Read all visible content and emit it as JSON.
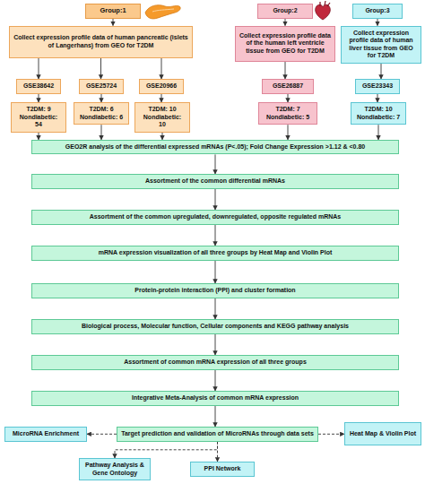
{
  "diagram": {
    "nodes": [
      {
        "text": [
          "Group:1"
        ]
      },
      {
        "text": [
          "Group:2"
        ]
      },
      {
        "text": [
          "Group:3"
        ]
      },
      {
        "text": [
          "Collect expression profile data of human pancreatic (islets of Langerhans) from GEO for T2DM"
        ]
      },
      {
        "text": [
          "Collect expression profile data of the human left ventricle tissue from GEO for T2DM"
        ]
      },
      {
        "text": [
          "Collect expression profile data of human liver tissue from GEO for T2DM"
        ]
      },
      {
        "text": [
          "GSE38642"
        ]
      },
      {
        "text": [
          "GSE25724"
        ]
      },
      {
        "text": [
          "GSE20966"
        ]
      },
      {
        "text": [
          "GSE26887"
        ]
      },
      {
        "text": [
          "GSE23343"
        ]
      },
      {
        "text": [
          "T2DM: 9",
          "Nondiabetic: 54"
        ]
      },
      {
        "text": [
          "T2DM: 6",
          "Nondiabetic: 6"
        ]
      },
      {
        "text": [
          "T2DM: 10",
          "Nondiabetic: 10"
        ]
      },
      {
        "text": [
          "T2DM: 7",
          "Nondiabetic: 5"
        ]
      },
      {
        "text": [
          "T2DM: 10",
          "Nondiabetic: 7"
        ]
      },
      {
        "text": [
          "GEO2R analysis of the differential expressed mRNAs (P<.05); Fold Change Expression >1.12 & <0.80"
        ]
      },
      {
        "text": [
          "Assortment of the common differential mRNAs"
        ]
      },
      {
        "text": [
          "Assortment of the common upregulated, downregulated, opposite regulated mRNAs"
        ]
      },
      {
        "text": [
          "mRNA expression visualization of all three groups by Heat Map and Violin Plot"
        ]
      },
      {
        "text": [
          "Protein-protein interaction (PPI) and cluster formation"
        ]
      },
      {
        "text": [
          "Biological process, Molecular function, Cellular components and KEGG pathway analysis"
        ]
      },
      {
        "text": [
          "Assortment of common mRNA expression of all three groups"
        ]
      },
      {
        "text": [
          "Integrative Meta-Analysis of common mRNA expression"
        ]
      },
      {
        "text": [
          "MicroRNA Enrichment"
        ]
      },
      {
        "text": [
          "Target prediction and validation of MicroRNAs through data sets"
        ]
      },
      {
        "text": [
          "Heat Map & Violin Plot"
        ]
      },
      {
        "text": [
          "Pathway Analysis & Gene Ontology"
        ]
      },
      {
        "text": [
          "PPI Network"
        ]
      }
    ],
    "edges": [
      {
        "from": 0,
        "to": 3,
        "arrow": "to"
      },
      {
        "from": 1,
        "to": 4,
        "arrow": "to"
      },
      {
        "from": 2,
        "to": 5,
        "arrow": "to"
      },
      {
        "from": 3,
        "to": 6,
        "arrow": "to"
      },
      {
        "from": 3,
        "to": 7,
        "arrow": "to"
      },
      {
        "from": 3,
        "to": 8,
        "arrow": "to"
      },
      {
        "from": 4,
        "to": 9,
        "arrow": "to"
      },
      {
        "from": 5,
        "to": 10,
        "arrow": "to"
      },
      {
        "from": 6,
        "to": 11,
        "arrow": "to"
      },
      {
        "from": 7,
        "to": 12,
        "arrow": "to"
      },
      {
        "from": 8,
        "to": 13,
        "arrow": "to"
      },
      {
        "from": 9,
        "to": 14,
        "arrow": "to"
      },
      {
        "from": 10,
        "to": 15,
        "arrow": "to"
      },
      {
        "from": 11,
        "to": 16,
        "arrow": "to"
      },
      {
        "from": 12,
        "to": 16,
        "arrow": "to"
      },
      {
        "from": 13,
        "to": 16,
        "arrow": "to"
      },
      {
        "from": 14,
        "to": 16,
        "arrow": "to"
      },
      {
        "from": 15,
        "to": 16,
        "arrow": "to"
      },
      {
        "from": 16,
        "to": 17,
        "arrow": "to"
      },
      {
        "from": 17,
        "to": 18,
        "arrow": "to"
      },
      {
        "from": 18,
        "to": 19,
        "arrow": "to"
      },
      {
        "from": 19,
        "to": 20,
        "arrow": "to"
      },
      {
        "from": 20,
        "to": 21,
        "arrow": "to"
      },
      {
        "from": 21,
        "to": 22,
        "arrow": "to"
      },
      {
        "from": 22,
        "to": 23,
        "arrow": "to"
      },
      {
        "from": 23,
        "to": 25,
        "arrow": "to"
      },
      {
        "from": 25,
        "to": 24,
        "arrow": "to"
      },
      {
        "from": 25,
        "to": 26,
        "arrow": "to"
      },
      {
        "from": 25,
        "to": 27,
        "arrow": "to"
      },
      {
        "from": 25,
        "to": 28,
        "arrow": "to"
      }
    ]
  }
}
